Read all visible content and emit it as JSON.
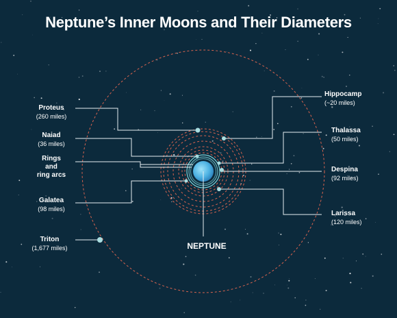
{
  "title": "Neptune’s Inner Moons and Their Diameters",
  "planet": "NEPTUNE",
  "moons": [
    {
      "key": "proteus",
      "name": "Proteus",
      "diameter": "(260 miles)"
    },
    {
      "key": "naiad",
      "name": "Naiad",
      "diameter": "(36 miles)"
    },
    {
      "key": "galatea",
      "name": "Galatea",
      "diameter": "(98 miles)"
    },
    {
      "key": "triton",
      "name": "Triton",
      "diameter": "(1,677 miles)"
    },
    {
      "key": "hippocamp",
      "name": "Hippocamp",
      "diameter": "(~20 miles)"
    },
    {
      "key": "thalassa",
      "name": "Thalassa",
      "diameter": "(50 miles)"
    },
    {
      "key": "despina",
      "name": "Despina",
      "diameter": "(92 miles)"
    },
    {
      "key": "larissa",
      "name": "Larissa",
      "diameter": "(120 miles)"
    }
  ],
  "rings": {
    "line1": "Rings",
    "line2": "and",
    "line3": "ring arcs"
  },
  "colors": {
    "background": "#0c2a3c",
    "orbit": "#d9644f",
    "moon": "#a9dde0",
    "planet": "#6ec7ea",
    "leader": "#e6eef2"
  }
}
